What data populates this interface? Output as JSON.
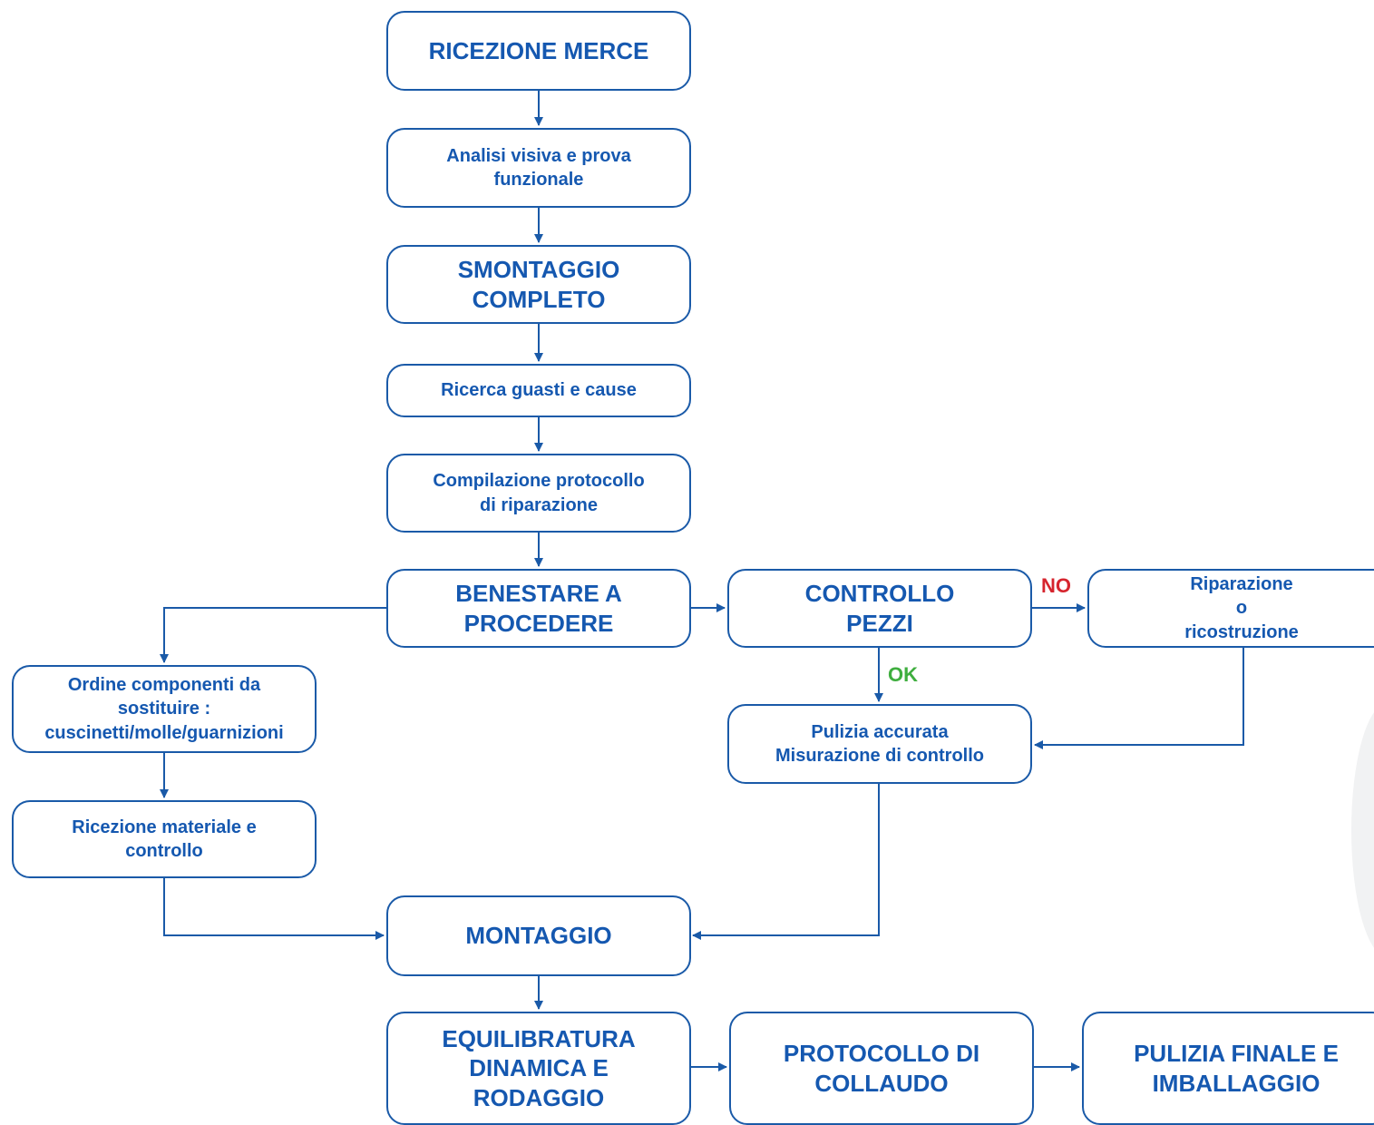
{
  "colors": {
    "box_border": "#1a5aa8",
    "text": "#1558b0",
    "no": "#d6252e",
    "ok": "#3fae3f"
  },
  "steps": {
    "ricezione_merce": "RICEZIONE MERCE",
    "analisi": "Analisi visiva e prova\nfunzionale",
    "smontaggio": "SMONTAGGIO\nCOMPLETO",
    "ricerca": "Ricerca guasti e cause",
    "compilazione": "Compilazione protocollo\ndi riparazione",
    "benestare": "BENESTARE A\nPROCEDERE",
    "controllo": "CONTROLLO\nPEZZI",
    "riparazione": "Riparazione\no\nricostruzione",
    "ordine": "Ordine componenti da\nsostituire :\ncuscinetti/molle/guarnizioni",
    "pulizia_accurata": "Pulizia accurata\nMisurazione di controllo",
    "ricezione_materiale": "Ricezione materiale e\ncontrollo",
    "montaggio": "MONTAGGIO",
    "equilibratura": "EQUILIBRATURA\nDINAMICA E\nRODAGGIO",
    "protocollo_collaudo": "PROTOCOLLO DI\nCOLLAUDO",
    "pulizia_finale": "PULIZIA FINALE E\nIMBALLAGGIO"
  },
  "labels": {
    "no": "NO",
    "ok": "OK"
  }
}
